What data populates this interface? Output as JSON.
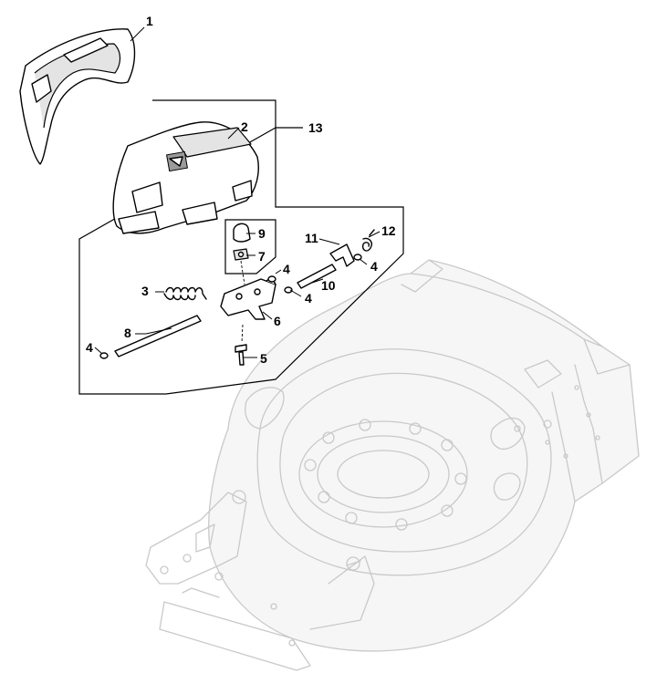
{
  "callouts": {
    "c1": "1",
    "c2": "2",
    "c3": "3",
    "c4a": "4",
    "c4b": "4",
    "c4c": "4",
    "c4d": "4",
    "c5": "5",
    "c6": "6",
    "c7": "7",
    "c8": "8",
    "c9": "9",
    "c10": "10",
    "c11": "11",
    "c12": "12",
    "c13": "13"
  }
}
